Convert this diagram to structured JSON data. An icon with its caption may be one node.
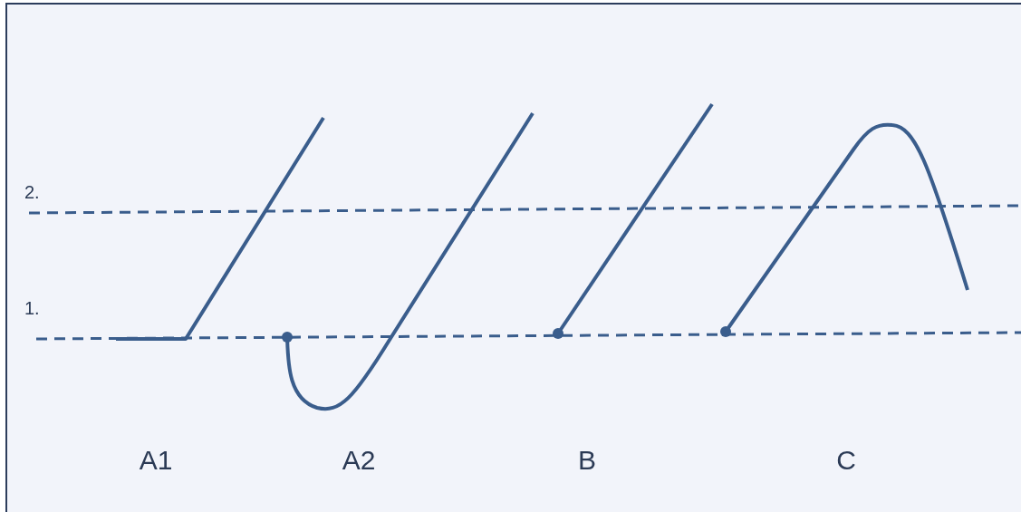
{
  "diagram": {
    "labels": [
      "2.",
      "1.",
      "A1",
      "A2",
      "B",
      "C"
    ]
  }
}
